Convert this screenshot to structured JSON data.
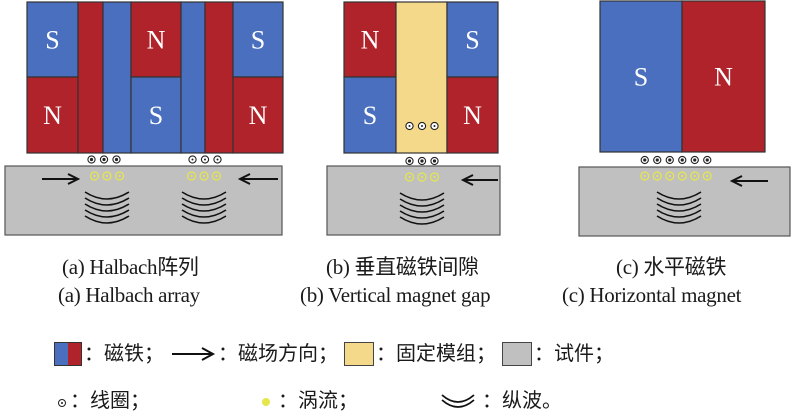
{
  "colors": {
    "south_pole": "#4a6fbf",
    "north_pole": "#b0232a",
    "fixture": "#f5d98a",
    "specimen": "#c0c0c0",
    "outline": "#333333",
    "eddy_current": "#e6e64a",
    "arrow": "#111111",
    "wave": "#111111"
  },
  "panels": [
    {
      "id": "a",
      "caption_zh": "(a) Halbach阵列",
      "caption_en": "(a) Halbach array",
      "magnets": [
        {
          "pole": "S",
          "row": "top"
        },
        {
          "pole": "N",
          "row": "bottom"
        },
        {
          "pole": "",
          "row": "full",
          "color": "north"
        },
        {
          "pole": "",
          "row": "full",
          "color": "south"
        },
        {
          "pole": "N",
          "row": "top"
        },
        {
          "pole": "S",
          "row": "bottom"
        },
        {
          "pole": "",
          "row": "full",
          "color": "south"
        },
        {
          "pole": "",
          "row": "full",
          "color": "north"
        },
        {
          "pole": "S",
          "row": "top"
        },
        {
          "pole": "N",
          "row": "bottom"
        }
      ],
      "coil_groups": [
        {
          "symbol": "cross",
          "count": 3
        },
        {
          "symbol": "dot",
          "count": 3
        }
      ],
      "eddy_groups": [
        3,
        3
      ],
      "field_arrows": [
        "right",
        "left"
      ],
      "wave_lines": 5
    },
    {
      "id": "b",
      "caption_zh": "(b) 垂直磁铁间隙",
      "caption_en": "(b) Vertical magnet gap",
      "magnets": [
        {
          "pole": "N",
          "row": "top"
        },
        {
          "pole": "S",
          "row": "bottom"
        },
        {
          "pole": "",
          "row": "full",
          "color": "fixture"
        },
        {
          "pole": "S",
          "row": "top"
        },
        {
          "pole": "N",
          "row": "bottom"
        }
      ],
      "fixture_coils": {
        "symbol": "dot",
        "count": 3
      },
      "coil_groups": [
        {
          "symbol": "cross",
          "count": 3
        }
      ],
      "eddy_groups": [
        3
      ],
      "field_arrows": [
        "left"
      ],
      "wave_lines": 5
    },
    {
      "id": "c",
      "caption_zh": "(c) 水平磁铁",
      "caption_en": "(c) Horizontal magnet",
      "magnets": [
        {
          "pole": "S",
          "row": "full"
        },
        {
          "pole": "N",
          "row": "full"
        }
      ],
      "coil_groups": [
        {
          "symbol": "cross",
          "count": 6
        }
      ],
      "eddy_groups": [
        6
      ],
      "field_arrows": [
        "left"
      ],
      "wave_lines": 5
    }
  ],
  "legend": {
    "row1": [
      {
        "icon": "magnet-swatch",
        "label": "：磁铁；"
      },
      {
        "icon": "arrow-right-icon",
        "label": "：磁场方向；"
      },
      {
        "icon": "fixture-swatch",
        "label": "：固定模组；"
      },
      {
        "icon": "specimen-swatch",
        "label": "：试件；"
      }
    ],
    "row2": [
      {
        "icon": "coil-icon",
        "label": "：线圈；"
      },
      {
        "icon": "eddy-current-icon",
        "label": "：涡流；"
      },
      {
        "icon": "longitudinal-wave-icon",
        "label": "：纵波。"
      }
    ]
  }
}
